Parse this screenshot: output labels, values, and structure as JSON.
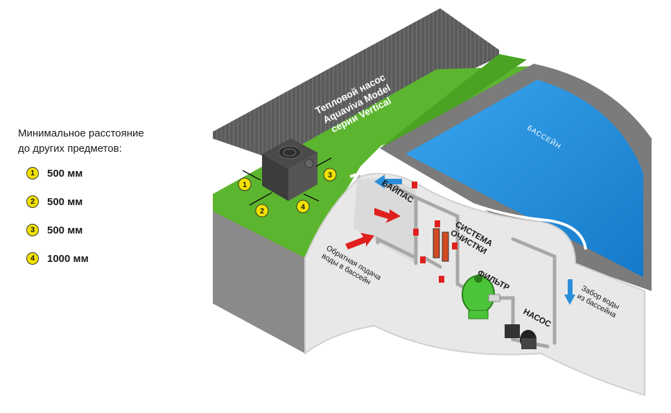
{
  "legend": {
    "title_line1": "Минимальное расстояние",
    "title_line2": "до других предметов:",
    "items": [
      {
        "num": "1",
        "value": "500 мм"
      },
      {
        "num": "2",
        "value": "500 мм"
      },
      {
        "num": "3",
        "value": "500 мм"
      },
      {
        "num": "4",
        "value": "1000 мм"
      }
    ]
  },
  "diagram": {
    "heatpump_line1": "Тепловой насос",
    "heatpump_line2": "Aquaviva Model",
    "heatpump_line3": "серии Vertical",
    "pool": "БАССЕЙН",
    "bypass": "БАЙПАС",
    "cleaning_line1": "СИСТЕМА",
    "cleaning_line2": "ОЧИСТКИ",
    "filter": "ФИЛЬТР",
    "pump": "НАСОС",
    "return_line1": "Обратная подача",
    "return_line2": "воды в бассейн",
    "intake_line1": "Забор воды",
    "intake_line2": "из бассейна",
    "markers": [
      "1",
      "2",
      "3",
      "4"
    ]
  },
  "colors": {
    "grass": "#5cb52e",
    "wall": "#5b5b5b",
    "pool": "#1e90e0",
    "badge": "#f2e200",
    "pipe": "#a8a8a8",
    "accent_red": "#e0201e",
    "accent_blue": "#2a8fd8",
    "filter_green": "#4cc43a"
  }
}
